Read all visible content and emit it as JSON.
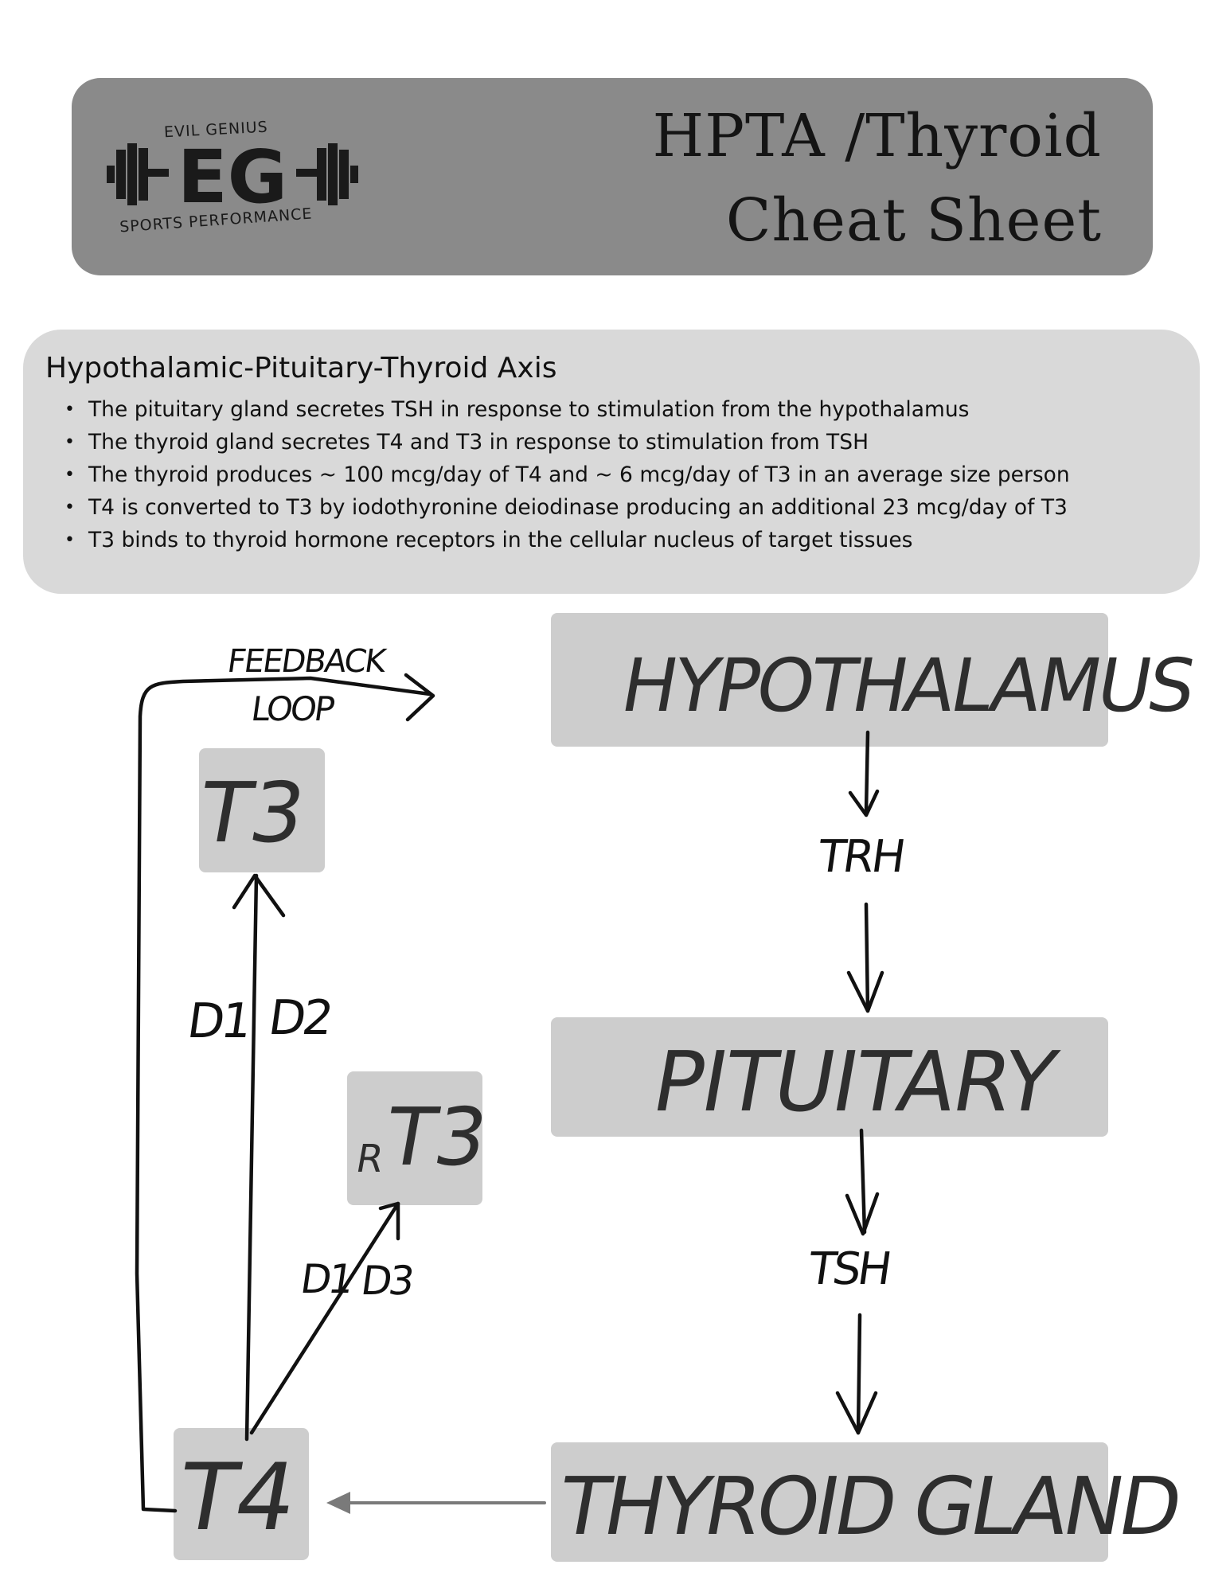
{
  "header": {
    "logo_top": "EVIL GENIUS",
    "logo_mark": "EG",
    "logo_bottom": "SPORTS PERFORMANCE",
    "title_line1": "HPTA /Thyroid",
    "title_line2": "Cheat Sheet"
  },
  "info": {
    "heading": "Hypothalamic-Pituitary-Thyroid Axis",
    "bullets": [
      "The pituitary gland secretes TSH in response to stimulation from the hypothalamus",
      "The thyroid gland secretes T4 and T3 in response to stimulation from TSH",
      "The thyroid produces ~ 100 mcg/day of T4 and ~ 6 mcg/day of T3 in an average size person",
      "T4 is converted to T3 by iodothyronine deiodinase producing an additional 23 mcg/day of T3",
      "T3 binds to thyroid hormone receptors in the cellular nucleus of target tissues"
    ]
  },
  "diagram": {
    "nodes": {
      "hypothalamus": "HYPOTHALAMUS",
      "pituitary": "PITUITARY",
      "thyroid": "THYROID GLAND",
      "t4": "T4",
      "t3": "T3",
      "rt3_prefix": "R",
      "rt3": "T3"
    },
    "edges": {
      "trh": "TRH",
      "tsh": "TSH",
      "d1": "D1",
      "d2": "D2",
      "d1b": "D1",
      "d3": "D3",
      "feedback": "FEEDBACK",
      "loop": "LOOP"
    },
    "colors": {
      "header": "#8a8a8a",
      "panel": "#d9d9d9",
      "node": "#cdcdcd",
      "ink": "#111111",
      "arrow_gray": "#7a7a7a"
    }
  }
}
